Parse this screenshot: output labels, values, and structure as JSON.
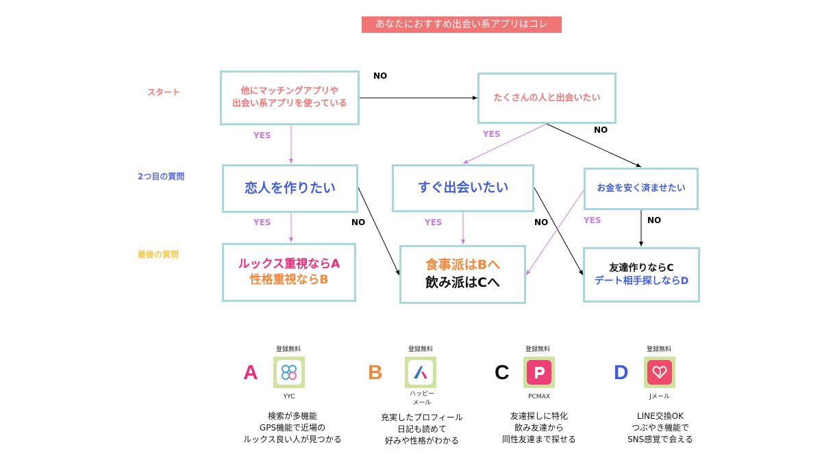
{
  "title": "あなたにおすすめ出会い系アプリはコレ",
  "rows": {
    "start": "スタート",
    "q2": "2つ目の質問",
    "last": "最後の質問"
  },
  "nodes": {
    "start_line1": "他にマッチングアプリや",
    "start_line2": "出会い系アプリを使っている",
    "many": "たくさんの人と出会いたい",
    "lover": "恋人を作りたい",
    "soon": "すぐ出会いたい",
    "cheap": "お金を安く済ませたい",
    "lookA": "ルックス重視ならA",
    "persB": "性格重視ならB",
    "mealB": "食事派はBへ",
    "drinkC": "飲み派はCへ",
    "friendC": "友達作りならC",
    "dateD": "デート相手探しならD"
  },
  "edges": {
    "yes": "YES",
    "no": "NO"
  },
  "colors": {
    "title_bg": "#f07575",
    "border": "#a8d8df",
    "yes": "#c67be6",
    "start_label": "#f07575",
    "q2_label": "#5b6be0",
    "last_label": "#f5c84c",
    "blue": "#3f5ce0",
    "pink": "#ee2a7b",
    "orange": "#f4883a"
  },
  "apps": [
    {
      "letter": "A",
      "free": "登録無料",
      "name": "YYC",
      "icon": "clover-heart-icon",
      "desc": [
        "検索が多機能",
        "GPS機能で近場の",
        "ルックス良い人が見つかる"
      ]
    },
    {
      "letter": "B",
      "free": "登録無料",
      "name_line1": "ハッピー",
      "name_line2": "メール",
      "icon": "happymail-a-icon",
      "desc": [
        "充実したプロフィール",
        "日記も読めて",
        "好みや性格がわかる"
      ]
    },
    {
      "letter": "C",
      "free": "登録無料",
      "name": "PCMAX",
      "icon": "pcmax-p-icon",
      "desc": [
        "友達探しに特化",
        "飲み友達から",
        "同性友達まで探せる"
      ]
    },
    {
      "letter": "D",
      "free": "登録無料",
      "name": "Jメール",
      "icon": "jmail-heart-icon",
      "desc": [
        "LINE交換OK",
        "つぶやき機能で",
        "SNS感覚で会える"
      ]
    }
  ]
}
